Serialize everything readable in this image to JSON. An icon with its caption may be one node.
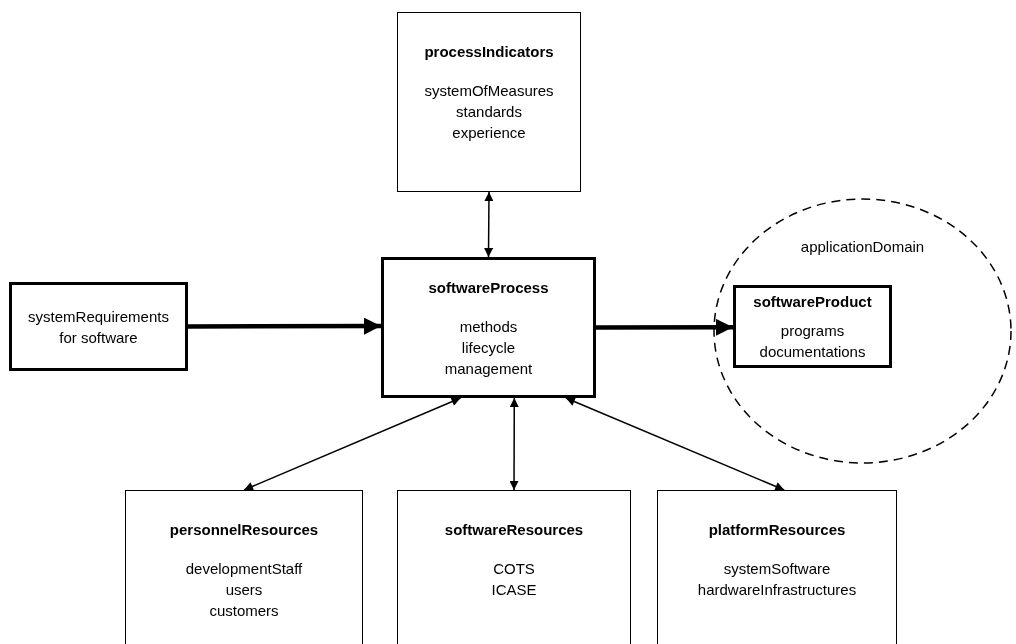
{
  "diagram": {
    "nodes": [
      {
        "text": [
          "processIndicators",
          "systemOfMeasures",
          "standards",
          "experience"
        ]
      },
      {
        "text": [
          "systemRequirements for software"
        ]
      },
      {
        "text": [
          "softwareProcess",
          "methods",
          "lifecycle",
          "management"
        ]
      },
      {
        "text": [
          "applicationDomain"
        ]
      },
      {
        "text": [
          "softwareProduct",
          "programs",
          "documentations"
        ],
        "in": 3
      },
      {
        "text": [
          "personnelResources",
          "developmentStaff",
          "users",
          "customers"
        ]
      },
      {
        "text": [
          "softwareResources",
          "COTS",
          "ICASE"
        ]
      },
      {
        "text": [
          "platformResources",
          "systemSoftware",
          "hardwareInfrastructures"
        ]
      }
    ],
    "edges": [
      {
        "from": 1,
        "to": 2,
        "arrow": "to",
        "style": "thick"
      },
      {
        "from": 2,
        "to": 4,
        "arrow": "to",
        "style": "thick"
      },
      {
        "from": 0,
        "to": 2,
        "arrow": "both"
      },
      {
        "from": 2,
        "to": 5,
        "arrow": "both"
      },
      {
        "from": 2,
        "to": 6,
        "arrow": "both"
      },
      {
        "from": 2,
        "to": 7,
        "arrow": "both"
      }
    ]
  }
}
